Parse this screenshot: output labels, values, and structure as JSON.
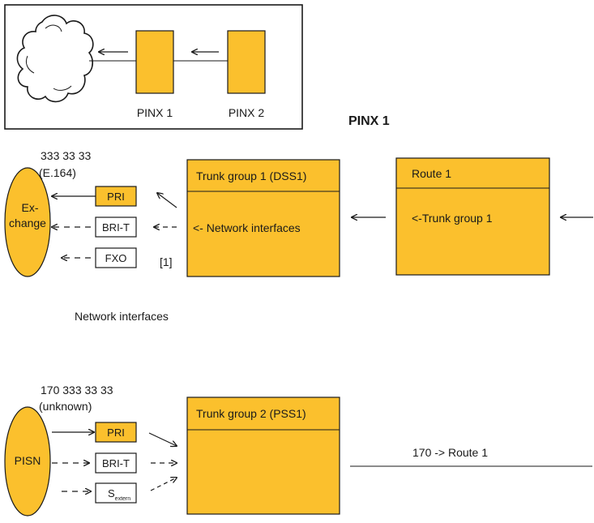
{
  "colors": {
    "fill": "#fbc02d",
    "stroke": "#1a1a1a",
    "background": "#ffffff"
  },
  "overview": {
    "icons": [
      "cloud-icon"
    ],
    "pinx1_label": "PINX 1",
    "pinx2_label": "PINX 2"
  },
  "section_title": "PINX 1",
  "upper": {
    "exchange_number": "333 33 33",
    "exchange_number_type": "(E.164)",
    "exchange_line1": "Ex-",
    "exchange_line2": "change",
    "interfaces": [
      "PRI",
      "BRI-T",
      "FXO"
    ],
    "footnote": "[1]",
    "trunk_group_title": "Trunk group 1 (DSS1)",
    "trunk_group_body": "<- Network interfaces",
    "route_title": "Route 1",
    "route_body": "<-Trunk group 1",
    "caption": "Network  interfaces"
  },
  "lower": {
    "pisn_number": "170 333 33 33",
    "pisn_number_type": "(unknown)",
    "pisn_label": "PISN",
    "interfaces": [
      "PRI",
      "BRI-T"
    ],
    "sextern_main": "S",
    "sextern_sub": "extern",
    "trunk_group_title": "Trunk group 2 (PSS1)",
    "route_rule": "170 -> Route 1"
  }
}
